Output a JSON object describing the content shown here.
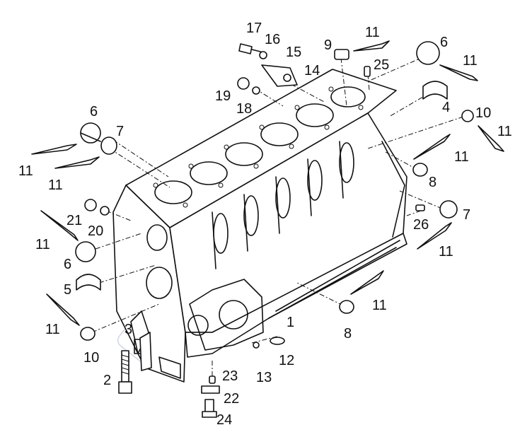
{
  "diagram": {
    "watermark_color": "#9aa4c8",
    "ink_color": "#111111",
    "callouts": [
      "1",
      "2",
      "3",
      "4",
      "5",
      "6",
      "7",
      "8",
      "9",
      "10",
      "11",
      "12",
      "13",
      "14",
      "15",
      "16",
      "17",
      "18",
      "19",
      "20",
      "21",
      "22",
      "23",
      "24",
      "25",
      "26"
    ],
    "labels": [
      {
        "text": "17"
      },
      {
        "text": "16"
      },
      {
        "text": "15"
      },
      {
        "text": "14"
      },
      {
        "text": "9"
      },
      {
        "text": "11"
      },
      {
        "text": "6"
      },
      {
        "text": "25"
      },
      {
        "text": "11"
      },
      {
        "text": "19"
      },
      {
        "text": "18"
      },
      {
        "text": "4"
      },
      {
        "text": "10"
      },
      {
        "text": "11"
      },
      {
        "text": "6"
      },
      {
        "text": "7"
      },
      {
        "text": "11"
      },
      {
        "text": "11"
      },
      {
        "text": "11"
      },
      {
        "text": "8"
      },
      {
        "text": "21"
      },
      {
        "text": "20"
      },
      {
        "text": "7"
      },
      {
        "text": "11"
      },
      {
        "text": "26"
      },
      {
        "text": "6"
      },
      {
        "text": "11"
      },
      {
        "text": "5"
      },
      {
        "text": "11"
      },
      {
        "text": "1"
      },
      {
        "text": "8"
      },
      {
        "text": "3"
      },
      {
        "text": "11"
      },
      {
        "text": "10"
      },
      {
        "text": "12"
      },
      {
        "text": "13"
      },
      {
        "text": "2"
      },
      {
        "text": "23"
      },
      {
        "text": "22"
      },
      {
        "text": "24"
      }
    ]
  }
}
